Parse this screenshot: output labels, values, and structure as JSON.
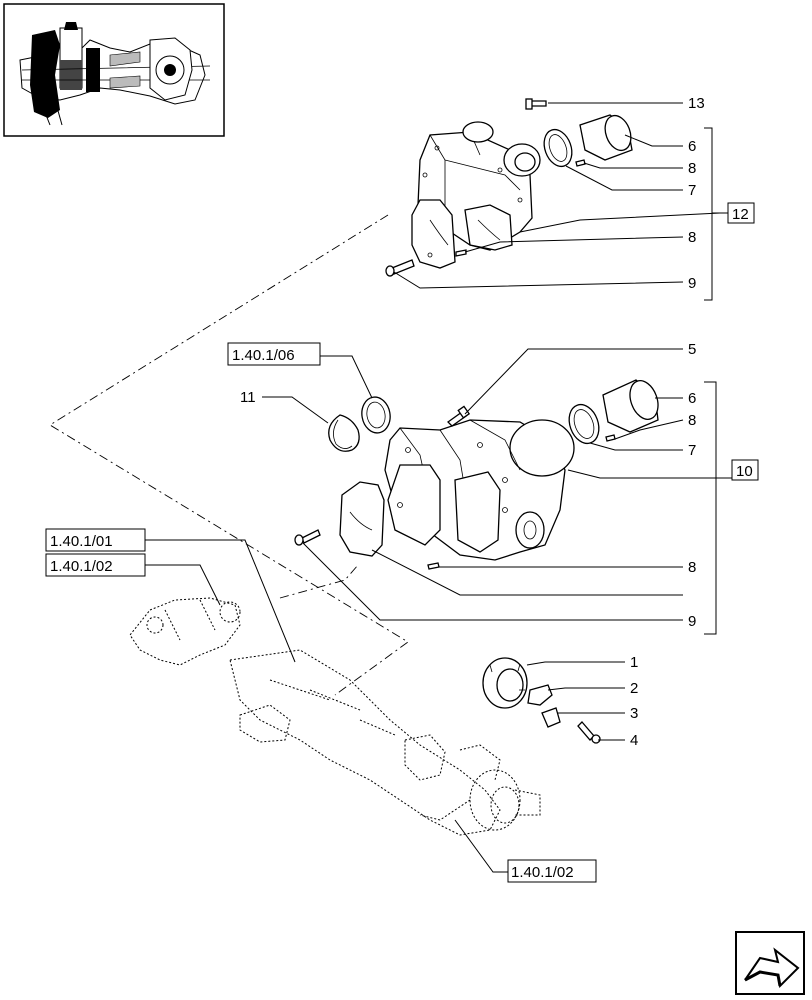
{
  "callouts": [
    {
      "id": "c13",
      "text": "13"
    },
    {
      "id": "c6a",
      "text": "6"
    },
    {
      "id": "c8a",
      "text": "8"
    },
    {
      "id": "c7a",
      "text": "7"
    },
    {
      "id": "c12",
      "text": "12"
    },
    {
      "id": "c8b",
      "text": "8"
    },
    {
      "id": "c9a",
      "text": "9"
    },
    {
      "id": "c5",
      "text": "5"
    },
    {
      "id": "c11",
      "text": "11"
    },
    {
      "id": "c6b",
      "text": "6"
    },
    {
      "id": "c8c",
      "text": "8"
    },
    {
      "id": "c7b",
      "text": "7"
    },
    {
      "id": "c10",
      "text": "10"
    },
    {
      "id": "c8d",
      "text": "8"
    },
    {
      "id": "c9b",
      "text": "9"
    },
    {
      "id": "c1",
      "text": "1"
    },
    {
      "id": "c2",
      "text": "2"
    },
    {
      "id": "c3",
      "text": "3"
    },
    {
      "id": "c4",
      "text": "4"
    }
  ],
  "references": [
    {
      "id": "r1",
      "text": "1.40.1/06"
    },
    {
      "id": "r2",
      "text": "1.40.1/01"
    },
    {
      "id": "r3",
      "text": "1.40.1/02"
    },
    {
      "id": "r4",
      "text": "1.40.1/02"
    }
  ],
  "icons": {
    "thumbnail": "axle-overview-thumbnail",
    "navigation": "next-page-arrow-icon"
  }
}
